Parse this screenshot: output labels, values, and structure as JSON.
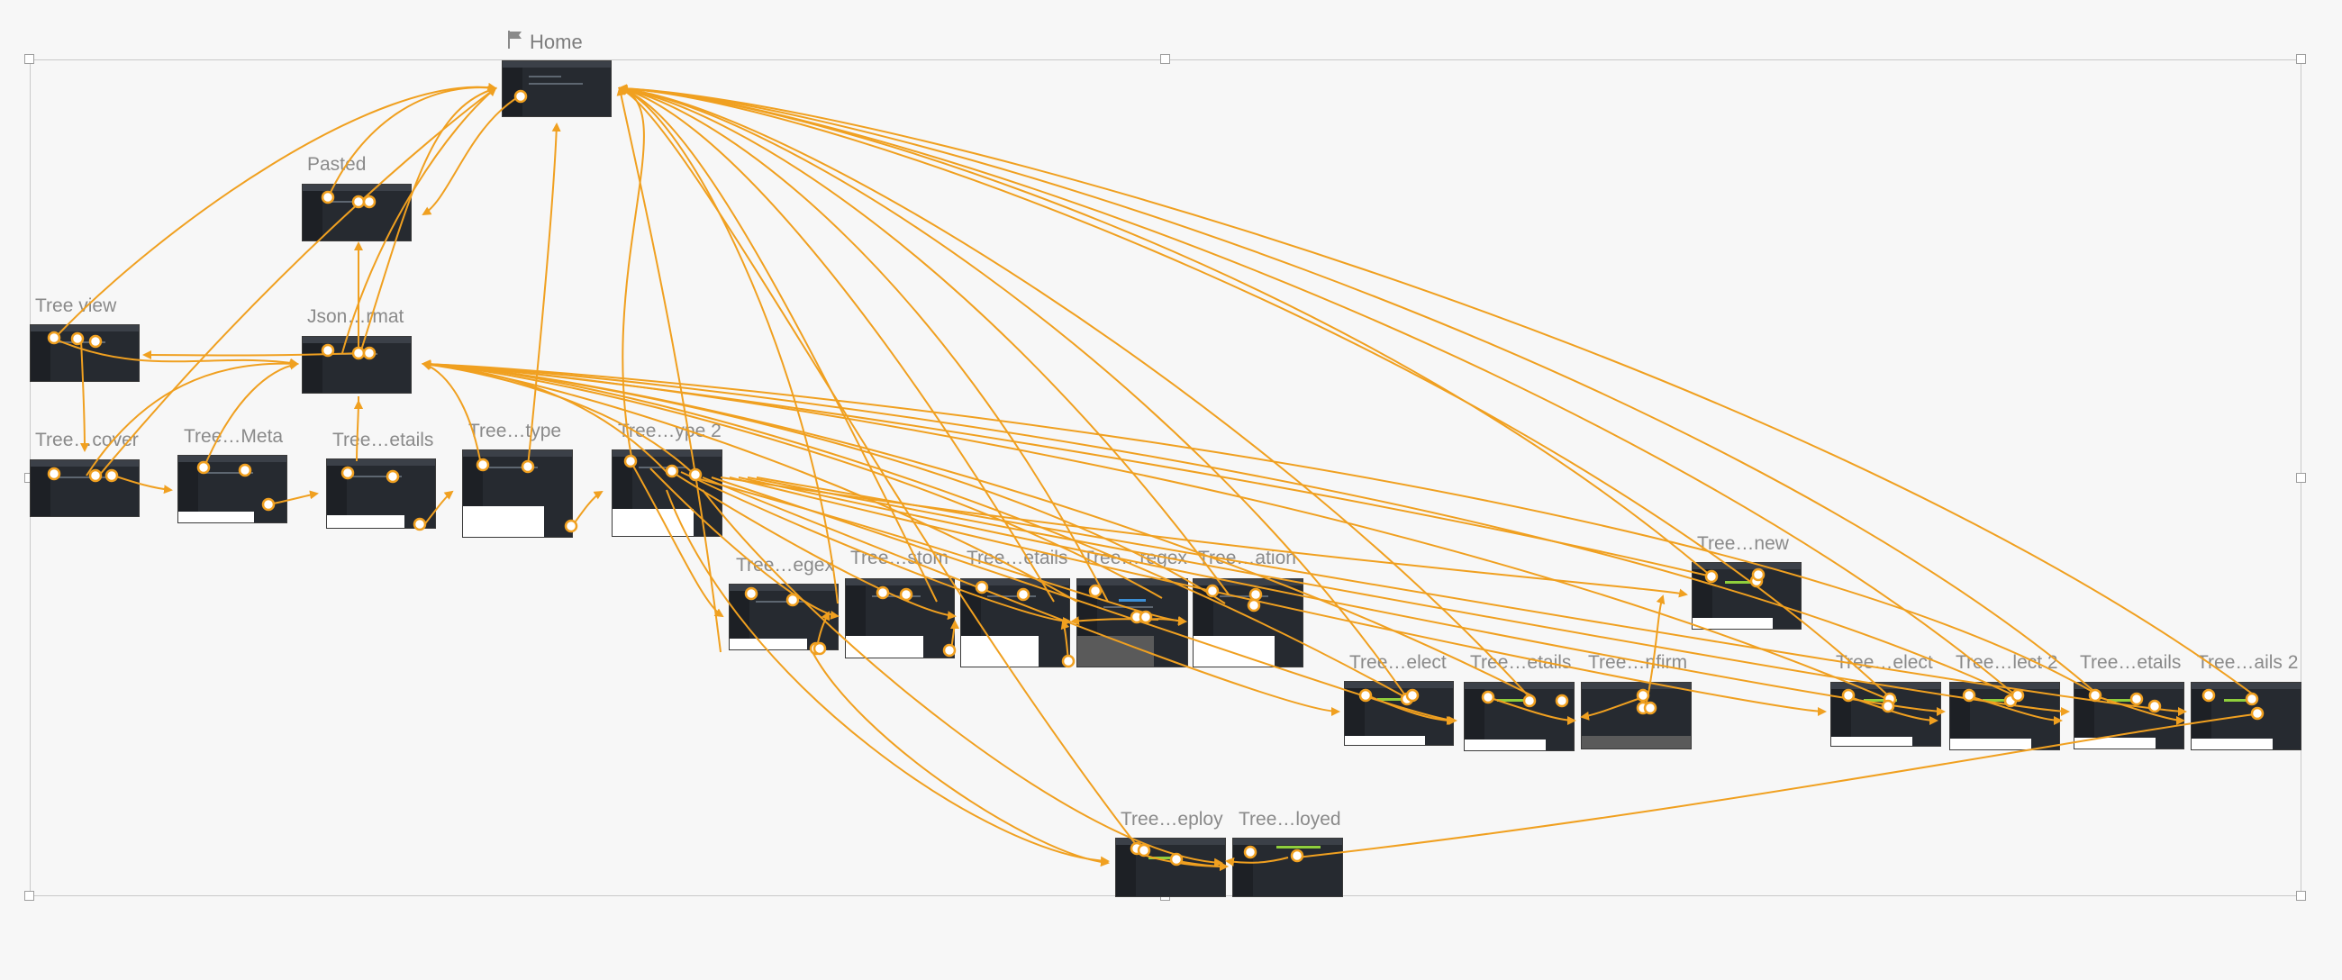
{
  "prototype": {
    "home_label": "Home",
    "colors": {
      "link": "#f0a020",
      "background": "#f7f7f7",
      "hotspot_fill": "#ffffff",
      "screen": "#262a30"
    },
    "home_icon": "flag-icon"
  },
  "artboards": [
    {
      "id": "home",
      "label": ""
    },
    {
      "id": "pasted",
      "label": "Pasted"
    },
    {
      "id": "tree-view",
      "label": "Tree view"
    },
    {
      "id": "json-format",
      "label": "Json…rmat"
    },
    {
      "id": "tree-cover",
      "label": "Tree…cover"
    },
    {
      "id": "tree-meta",
      "label": "Tree…Meta"
    },
    {
      "id": "tree-etails-1",
      "label": "Tree…etails"
    },
    {
      "id": "tree-type",
      "label": "Tree…type"
    },
    {
      "id": "tree-ype-2",
      "label": "Tree…ype 2"
    },
    {
      "id": "tree-egex",
      "label": "Tree…egex"
    },
    {
      "id": "tree-stom",
      "label": "Tree…stom"
    },
    {
      "id": "tree-etails-2",
      "label": "Tree…etails"
    },
    {
      "id": "tree-regex",
      "label": "Tree…regex"
    },
    {
      "id": "tree-ation",
      "label": "Tree…ation"
    },
    {
      "id": "tree-new",
      "label": "Tree…new"
    },
    {
      "id": "tree-elect-1",
      "label": "Tree…elect"
    },
    {
      "id": "tree-etails-3",
      "label": "Tree…etails"
    },
    {
      "id": "tree-nfirm",
      "label": "Tree…nfirm"
    },
    {
      "id": "tree-elect-2",
      "label": "Tree…elect"
    },
    {
      "id": "tree-lect-2",
      "label": "Tree…lect 2"
    },
    {
      "id": "tree-etails-4",
      "label": "Tree…etails"
    },
    {
      "id": "tree-ails-2",
      "label": "Tree…ails 2"
    },
    {
      "id": "tree-eploy",
      "label": "Tree…eploy"
    },
    {
      "id": "tree-loyed",
      "label": "Tree…loyed"
    }
  ]
}
